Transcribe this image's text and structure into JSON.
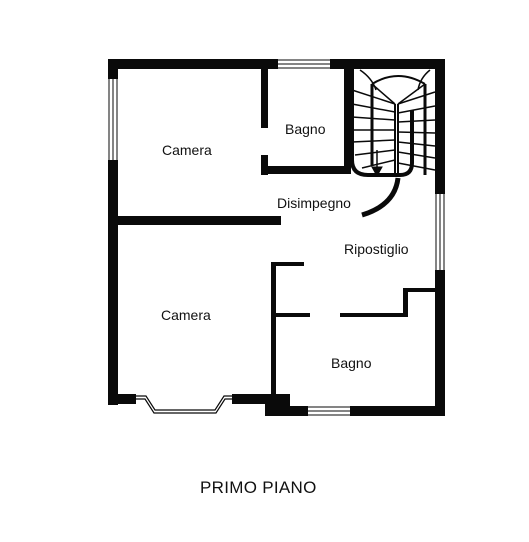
{
  "plan": {
    "title": "PRIMO PIANO",
    "rooms": {
      "camera_top": "Camera",
      "bagno_top": "Bagno",
      "disimpegno": "Disimpegno",
      "ripostiglio": "Ripostiglio",
      "camera_bottom": "Camera",
      "bagno_bottom": "Bagno"
    }
  },
  "colors": {
    "wall": "#0a0a0a",
    "background": "#ffffff"
  }
}
